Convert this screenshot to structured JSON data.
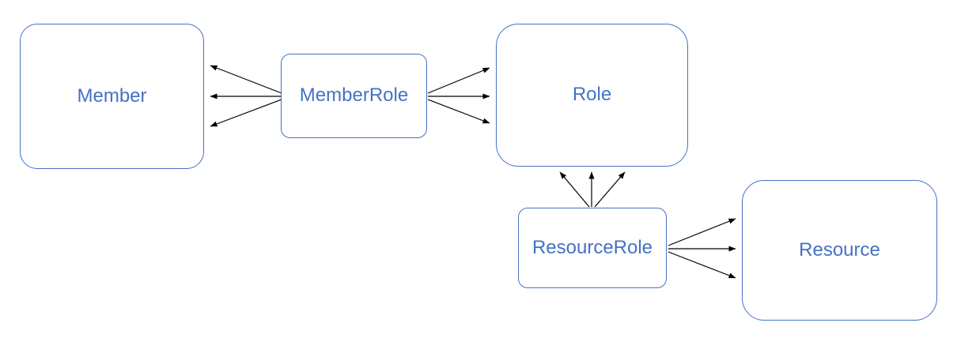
{
  "diagram": {
    "type": "entity-relationship",
    "colors": {
      "node_border": "#4472C4",
      "node_text": "#4472C4",
      "arrow": "#000000",
      "background": "#ffffff"
    },
    "nodes": [
      {
        "id": "member",
        "label": "Member"
      },
      {
        "id": "memberrole",
        "label": "MemberRole"
      },
      {
        "id": "role",
        "label": "Role"
      },
      {
        "id": "resourcerole",
        "label": "ResourceRole"
      },
      {
        "id": "resource",
        "label": "Resource"
      }
    ],
    "edges": [
      {
        "from": "MemberRole",
        "to": "Member",
        "arrow_count": 3,
        "arrowhead_at": "Member"
      },
      {
        "from": "MemberRole",
        "to": "Role",
        "arrow_count": 3,
        "arrowhead_at": "Role"
      },
      {
        "from": "ResourceRole",
        "to": "Role",
        "arrow_count": 3,
        "arrowhead_at": "Role"
      },
      {
        "from": "ResourceRole",
        "to": "Resource",
        "arrow_count": 3,
        "arrowhead_at": "Resource"
      }
    ]
  }
}
